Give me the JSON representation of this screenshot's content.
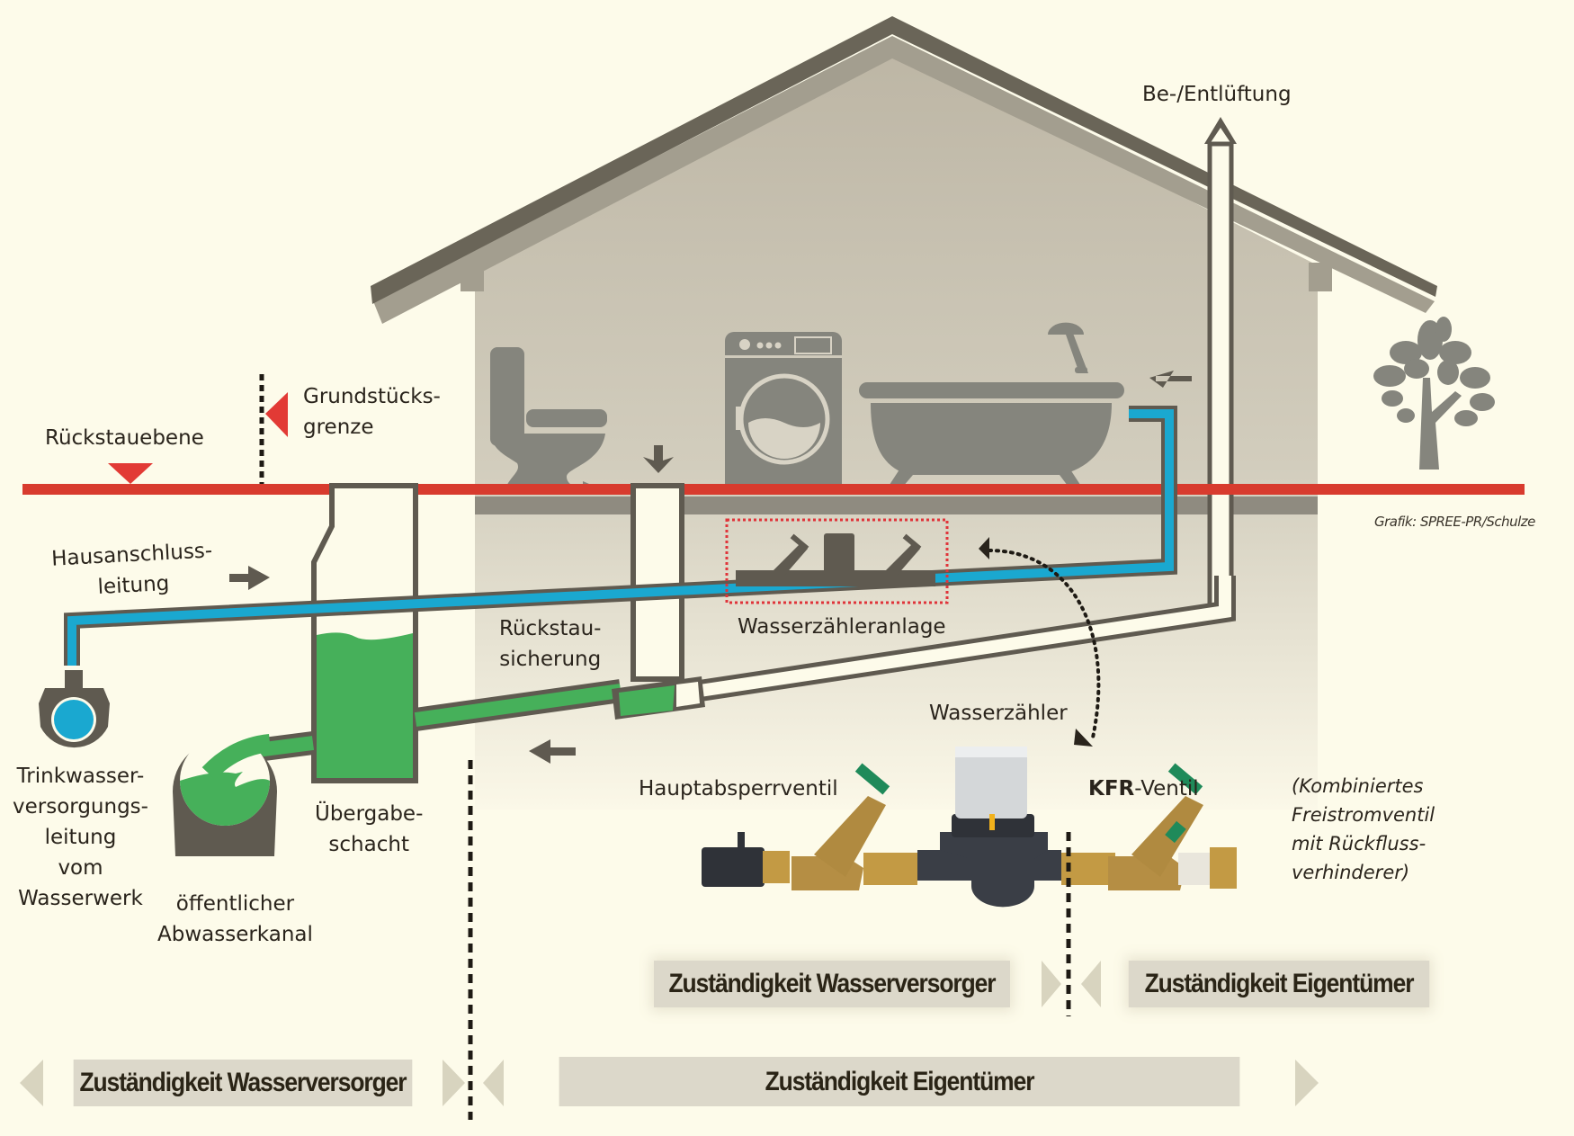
{
  "labels": {
    "vent": "Be-/Entlüftung",
    "backflow_level": "Rückstauebene",
    "property_line": "Grundstücks-\ngrenze",
    "house_connection": "Hausanschluss-\nleitung",
    "backflow_protection": "Rückstau-\nsicherung",
    "meter_assembly": "Wasserzähleranlage",
    "water_meter": "Wasserzähler",
    "main_valve": "Hauptabsperrventil",
    "kfr_bold": "KFR",
    "kfr_rest": "-Ventil",
    "kfr_note": "(Kombiniertes\nFreistromventil\nmit Rückfluss-\nverhinderer)",
    "supply_line": "Trinkwasser-\nversorgungs-\nleitung\nvom\nWasserwerk",
    "transfer_shaft": "Übergabe-\nschacht",
    "public_sewer": "öffentlicher\nAbwasserkanal",
    "credit": "Grafik: SPREE-PR/Schulze"
  },
  "responsibility": {
    "detail_left": "Zuständigkeit Wasserversorger",
    "detail_right": "Zuständigkeit Eigentümer",
    "bottom_left": "Zuständigkeit Wasserversorger",
    "bottom_right": "Zuständigkeit Eigentümer"
  },
  "colors": {
    "background": "#fdfbea",
    "backflow_line": "#d83b2e",
    "fresh_water": "#1aa8d0",
    "waste_water": "#46b05a",
    "pipe_outline": "#5f5a50",
    "house_wall": "#cdc8b8",
    "roof_dark": "#6a6558",
    "roof_light": "#a39e8f",
    "fixture_gray": "#85857d",
    "valve_handle": "#1f8a5a",
    "brass": "#b58e44"
  }
}
